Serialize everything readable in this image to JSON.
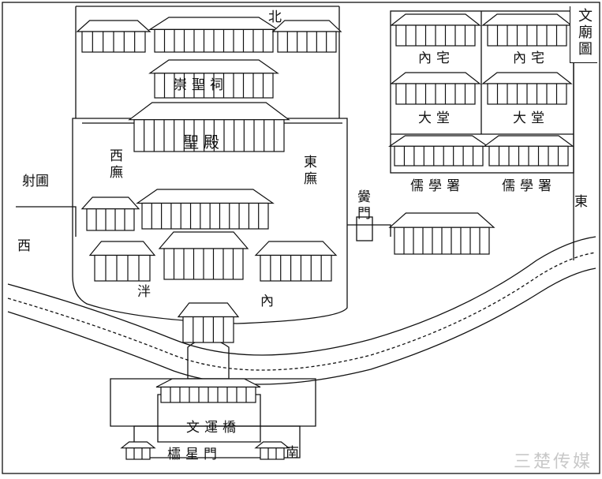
{
  "map": {
    "title": "文廟圖",
    "directions": {
      "north": "北",
      "south": "南",
      "east": "東",
      "west": "西"
    },
    "labels": {
      "shengdian": "聖殿",
      "chongsheng": "崇聖祠",
      "west_wing": "西廡",
      "east_wing": "東廡",
      "sheguan": "射圃",
      "ximen": "黌門",
      "pan": "泮",
      "nei": "內",
      "wenchang": "文運橋",
      "bottom_text": "櫺星門",
      "nei_zhai_1": "內宅",
      "nei_zhai_2": "內宅",
      "da_tang_1": "大堂",
      "da_tang_2": "大堂",
      "ru_xue_1": "儒學署",
      "ru_xue_2": "儒學署"
    }
  },
  "watermark": "三楚传媒"
}
